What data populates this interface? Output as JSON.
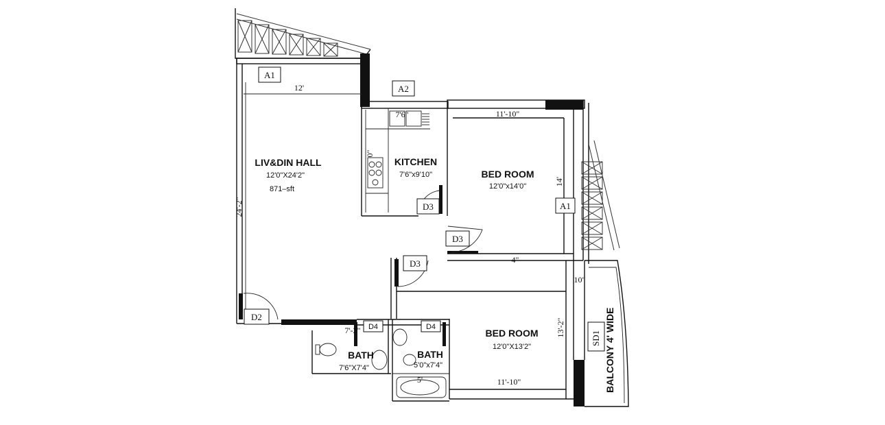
{
  "rooms": {
    "living": {
      "name": "LIV&DIN HALL",
      "size": "12'0\"X24'2\"",
      "area": "871–sft"
    },
    "kitchen": {
      "name": "KITCHEN",
      "size": "7'6\"x9'10\""
    },
    "bed1": {
      "name": "BED ROOM",
      "size": "12'0\"x14'0\""
    },
    "bed2": {
      "name": "BED ROOM",
      "size": "12'0\"X13'2\""
    },
    "bath1": {
      "name": "BATH",
      "size": "7'6\"X7'4\""
    },
    "bath2": {
      "name": "BATH",
      "size": "5'0\"x7'4\""
    },
    "balcony": {
      "name": "BALCONY 4' WIDE"
    }
  },
  "tags": {
    "a1_top": "A1",
    "a2": "A2",
    "a1_right": "A1",
    "d3_kitchen": "D3",
    "d3_corridor": "D3",
    "d3_bed2": "D3",
    "d2": "D2",
    "d4_left": "D4",
    "d4_right": "D4",
    "sd1": "SD1"
  },
  "dims": {
    "living_w": "12'",
    "living_h": "24'-2\"",
    "bed1_w": "11'-10\"",
    "bed1_h": "14'",
    "bed2_w": "11'-10\"",
    "bed2_h": "13'-2\"",
    "wall_4": "4\"",
    "wall_10": "10\"",
    "kitchen_sink": "7'6\"",
    "kitchen_side": "0\"",
    "bath_7_2": "7'-2\"",
    "bath_5": "5'"
  }
}
